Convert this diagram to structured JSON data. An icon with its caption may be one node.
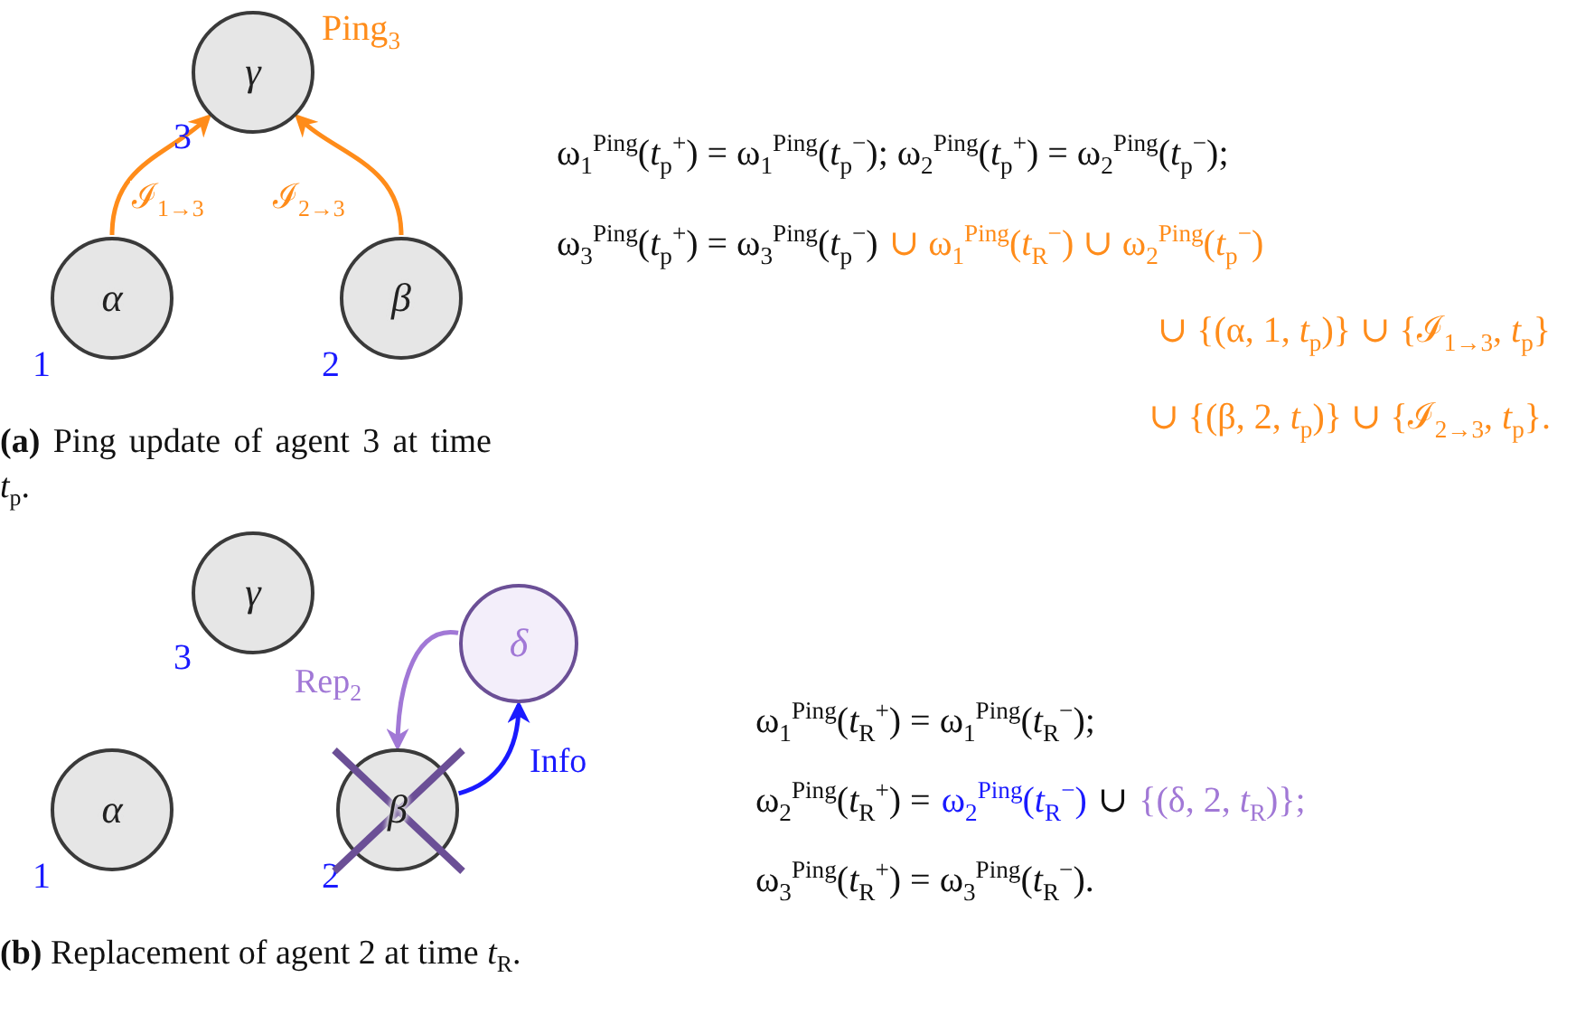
{
  "diagram": {
    "nodes": [
      {
        "text": [
          "γ"
        ],
        "beside": [
          "3",
          "Ping$_{3}$"
        ]
      },
      {
        "text": [
          "α"
        ],
        "beside": [
          "1"
        ]
      },
      {
        "text": [
          "β"
        ],
        "beside": [
          "2"
        ]
      },
      {
        "text": [
          "γ"
        ],
        "beside": [
          "3"
        ]
      },
      {
        "text": [
          "δ"
        ]
      },
      {
        "text": [
          "α"
        ],
        "beside": [
          "1"
        ]
      },
      {
        "text": [
          "β"
        ],
        "beside": [
          "2"
        ]
      }
    ],
    "edges": [
      {
        "from": 1,
        "to": 0,
        "arrow": "to",
        "label": "ℐ$_{1→3}$",
        "color": "#ff8c1a"
      },
      {
        "from": 2,
        "to": 0,
        "arrow": "to",
        "label": "ℐ$_{2→3}$",
        "color": "#ff8c1a"
      },
      {
        "from": 4,
        "to": 6,
        "arrow": "to",
        "label": "Rep$_{2}$",
        "color": "#a178d6"
      },
      {
        "from": 6,
        "to": 4,
        "arrow": "to",
        "label": "Info",
        "color": "#1a1aff"
      }
    ],
    "labels": [
      "**(a)** Ping update of agent 3 at time *t*$_{p}$.",
      "ω$_{1}$$^{Ping}$(*t*$_{p}$$^{+}$) = ω$_{1}$$^{Ping}$(*t*$_{p}$$^{−}$); ω$_{2}$$^{Ping}$(*t*$_{p}$$^{+}$) = ω$_{2}$$^{Ping}$(*t*$_{p}$$^{−}$);",
      "ω$_{3}$$^{Ping}$(*t*$_{p}$$^{+}$) = ω$_{3}$$^{Ping}$(*t*$_{p}$$^{−}$)",
      "∪ ω$_{1}$$^{Ping}$(*t*$_{R}$$^{−}$) ∪ ω$_{2}$$^{Ping}$(*t*$_{p}$$^{−}$)",
      "∪ {(α, 1, *t*$_{p}$)} ∪ {ℐ$_{1→3}$, *t*$_{p}$}",
      "∪ {(β, 2, *t*$_{p}$)} ∪ {ℐ$_{2→3}$, *t*$_{p}$}.",
      "**(b)** Replacement of agent 2 at time *t*$_{R}$.",
      "ω$_{1}$$^{Ping}$(*t*$_{R}$$^{+}$) = ω$_{1}$$^{Ping}$(*t*$_{R}$$^{−}$);",
      "ω$_{2}$$^{Ping}$(*t*$_{R}$$^{+}$) =",
      "ω$_{2}$$^{Ping}$(*t*$_{R}$$^{−}$)",
      "∪",
      "{(δ, 2, *t*$_{R}$)};",
      "ω$_{3}$$^{Ping}$(*t*$_{R}$$^{+}$) = ω$_{3}$$^{Ping}$(*t*$_{R}$$^{−}$)."
    ]
  }
}
